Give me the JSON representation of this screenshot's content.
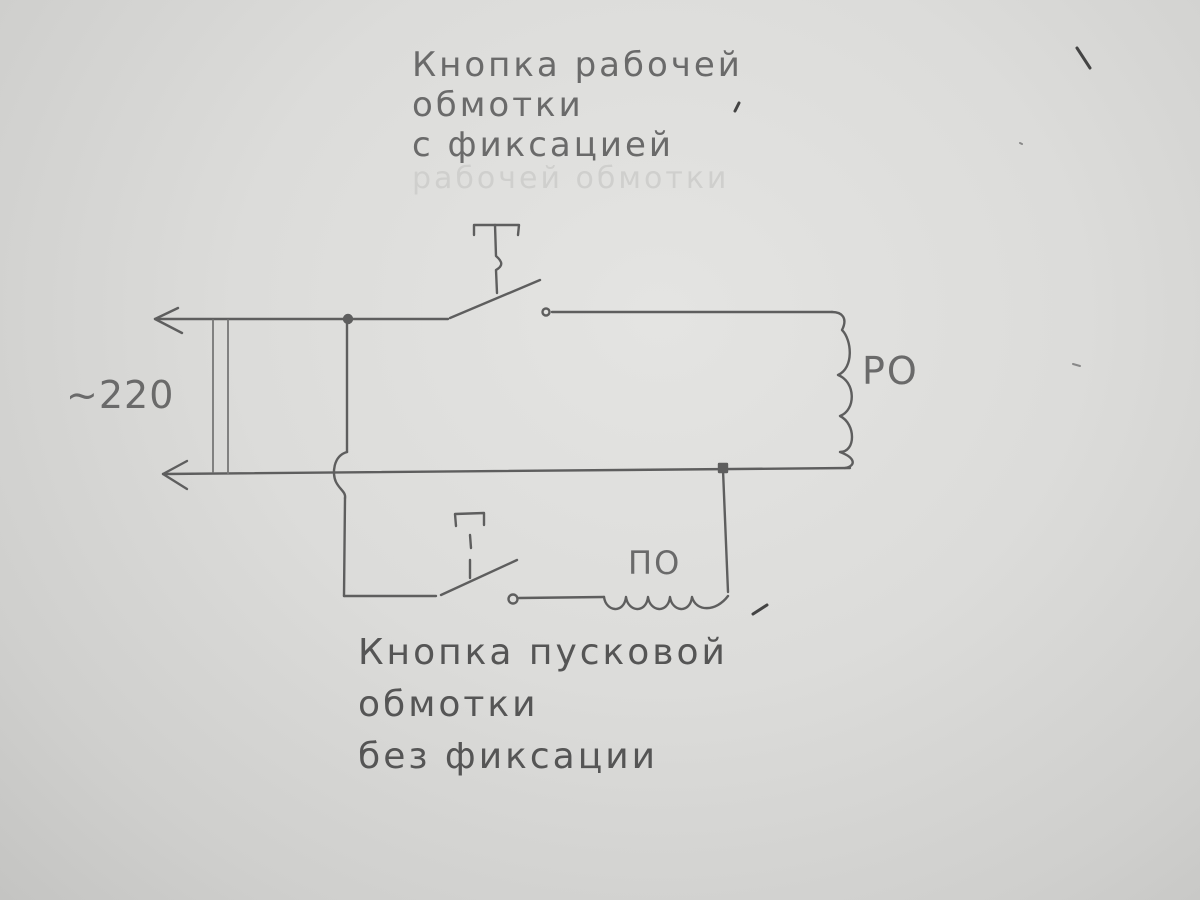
{
  "diagram": {
    "type": "hand-drawn electrical schematic",
    "medium": "pencil on paper",
    "supply": {
      "label": "~220"
    },
    "top_label": {
      "lines": [
        "Кнопка рабочей",
        "обмотки",
        "с фиксацией"
      ],
      "ghost_line": "рабочей обмотки"
    },
    "bottom_label": {
      "lines": [
        "Кнопка пусковой",
        "обмотки",
        "без фиксации"
      ]
    },
    "components": {
      "run_winding": {
        "label": "РО"
      },
      "start_winding": {
        "label": "ПО"
      },
      "run_button": {
        "type": "latching push-button switch"
      },
      "start_button": {
        "type": "momentary push-button switch"
      }
    },
    "colors": {
      "paper": "#dcdcda",
      "pencil": "#5e5e5e",
      "text": "#6a6a6a"
    }
  }
}
